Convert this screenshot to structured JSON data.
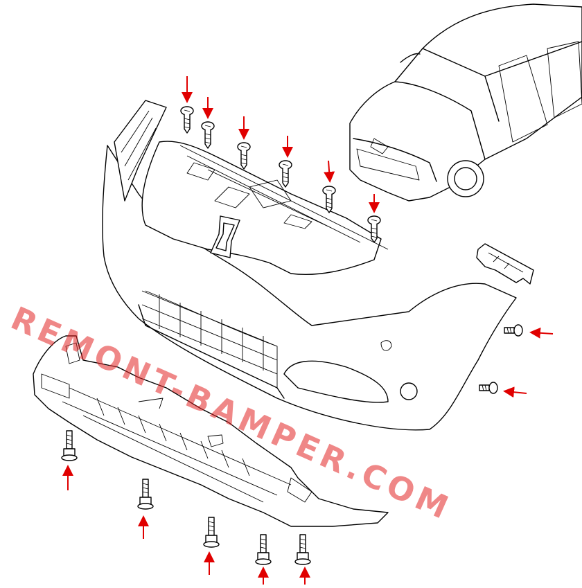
{
  "watermark": {
    "text": "REMONT-BAMPER.COM",
    "color": "#e32626"
  },
  "arrow_color": "#e00000",
  "top_screws": [
    {
      "id": "ts1"
    },
    {
      "id": "ts2"
    },
    {
      "id": "ts3"
    },
    {
      "id": "ts4"
    },
    {
      "id": "ts5"
    },
    {
      "id": "ts6"
    }
  ],
  "side_screws": [
    {
      "id": "ss1"
    },
    {
      "id": "ss2"
    }
  ],
  "bottom_bolts": [
    {
      "id": "bb1"
    },
    {
      "id": "bb2"
    },
    {
      "id": "bb3"
    },
    {
      "id": "bb4"
    },
    {
      "id": "bb5"
    }
  ]
}
